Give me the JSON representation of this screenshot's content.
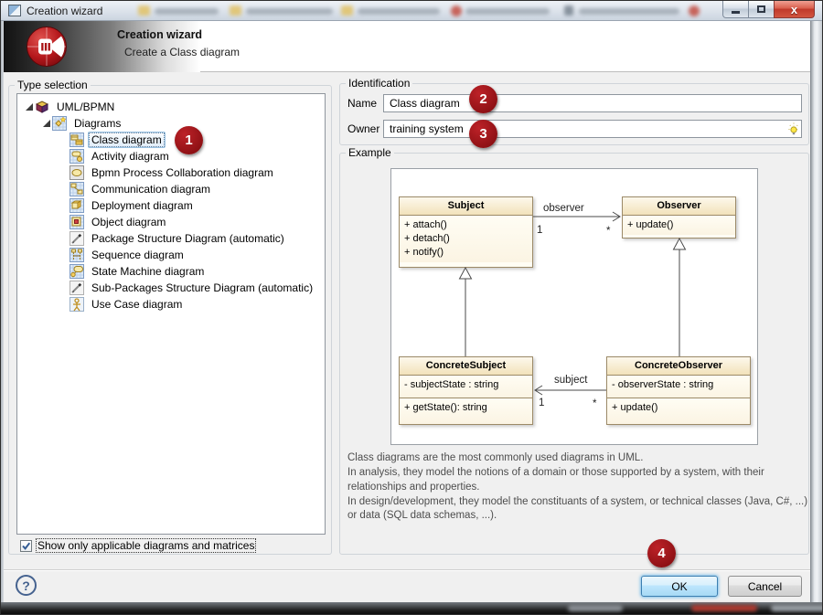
{
  "window": {
    "title": "Creation wizard"
  },
  "header": {
    "title": "Creation wizard",
    "subtitle": "Create a Class diagram"
  },
  "type_selection": {
    "group_label": "Type selection",
    "tree": [
      {
        "label": "UML/BPMN",
        "level": 0,
        "icon": "cube-icon",
        "expanded": true
      },
      {
        "label": "Diagrams",
        "level": 1,
        "icon": "diagrams-icon",
        "expanded": true
      },
      {
        "label": "Class diagram",
        "level": 2,
        "icon": "class-diagram-icon",
        "selected": true
      },
      {
        "label": "Activity diagram",
        "level": 2,
        "icon": "activity-diagram-icon"
      },
      {
        "label": "Bpmn Process Collaboration diagram",
        "level": 2,
        "icon": "bpmn-diagram-icon"
      },
      {
        "label": "Communication diagram",
        "level": 2,
        "icon": "communication-diagram-icon"
      },
      {
        "label": "Deployment diagram",
        "level": 2,
        "icon": "deployment-diagram-icon"
      },
      {
        "label": "Object diagram",
        "level": 2,
        "icon": "object-diagram-icon"
      },
      {
        "label": "Package Structure Diagram (automatic)",
        "level": 2,
        "icon": "wand-icon"
      },
      {
        "label": "Sequence diagram",
        "level": 2,
        "icon": "sequence-diagram-icon"
      },
      {
        "label": "State Machine diagram",
        "level": 2,
        "icon": "state-machine-diagram-icon"
      },
      {
        "label": "Sub-Packages Structure Diagram (automatic)",
        "level": 2,
        "icon": "wand-icon"
      },
      {
        "label": "Use Case diagram",
        "level": 2,
        "icon": "use-case-diagram-icon"
      }
    ],
    "filter_checkbox": {
      "label": "Show only applicable diagrams and matrices",
      "checked": true
    }
  },
  "identification": {
    "group_label": "Identification",
    "name_label": "Name",
    "name_value": "Class diagram",
    "owner_label": "Owner",
    "owner_value": "training system"
  },
  "example": {
    "group_label": "Example",
    "description_lines": [
      "Class diagrams are the most commonly used diagrams in UML.",
      "In analysis, they model the notions of a domain or those supported by a system, with their relationships and properties.",
      "In design/development, they model the constituants of a system, or technical classes (Java, C#, ...) or data (SQL data schemas, ...)."
    ],
    "diagram": {
      "classes": [
        {
          "name": "Subject",
          "attributes": [],
          "operations": [
            "+ attach()",
            "+ detach()",
            "+ notify()"
          ]
        },
        {
          "name": "Observer",
          "attributes": [],
          "operations": [
            "+ update()"
          ]
        },
        {
          "name": "ConcreteSubject",
          "attributes": [
            "- subjectState : string"
          ],
          "operations": [
            "+ getState(): string"
          ]
        },
        {
          "name": "ConcreteObserver",
          "attributes": [
            "- observerState : string"
          ],
          "operations": [
            "+ update()"
          ]
        }
      ],
      "associations": [
        {
          "label": "observer",
          "from": "Subject",
          "to": "Observer",
          "from_mult": "1",
          "to_mult": "*"
        },
        {
          "label": "subject",
          "from": "ConcreteObserver",
          "to": "ConcreteSubject",
          "from_mult": "*",
          "to_mult": "1"
        }
      ],
      "generalizations": [
        {
          "from": "ConcreteSubject",
          "to": "Subject"
        },
        {
          "from": "ConcreteObserver",
          "to": "Observer"
        }
      ]
    }
  },
  "annotations": {
    "badges": [
      "1",
      "2",
      "3",
      "4"
    ]
  },
  "footer": {
    "help": "?",
    "ok_label": "OK",
    "cancel_label": "Cancel"
  },
  "colors": {
    "badge": "#9e1418",
    "selection_border": "#99c2e2",
    "class_header": "#f2e2ba",
    "class_border": "#9c8a68",
    "ok_border": "#3c7fb1"
  }
}
